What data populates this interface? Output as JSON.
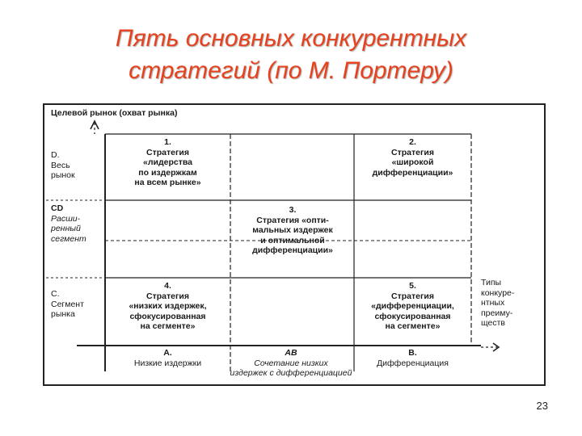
{
  "slide": {
    "title_line1": "Пять основных конкурентных",
    "title_line2": "стратегий (по М. Портеру)",
    "page_number": "23"
  },
  "diagram": {
    "y_axis_title": "Целевой рынок (охват рынка)",
    "x_axis_title": [
      "Типы",
      "конкуре-",
      "нтных",
      "преиму-",
      "ществ"
    ],
    "rows": [
      {
        "lines": [
          "D.",
          "Весь",
          "рынок"
        ],
        "italic": false
      },
      {
        "lines": [
          "CD",
          "Расши-",
          "ренный",
          "сегмент"
        ],
        "italic": true
      },
      {
        "lines": [
          "C.",
          "Сегмент",
          "рынка"
        ],
        "italic": false
      }
    ],
    "columns": {
      "a": {
        "code": "A.",
        "label": "Низкие издержки"
      },
      "ab": {
        "code": "AB",
        "label1": "Сочетание низких",
        "label2": "издержек с дифференциацией"
      },
      "b": {
        "code": "B.",
        "label": "Дифференциация"
      }
    },
    "strategies": [
      {
        "lines": [
          "1.",
          "Стратегия",
          "«лидерства",
          "по издержкам",
          "на всем рынке»"
        ]
      },
      {
        "lines": [
          "2.",
          "Стратегия",
          "«широкой",
          "дифференциации»"
        ]
      },
      {
        "lines": [
          "3.",
          "Стратегия «опти-",
          "мальных издержек",
          "и оптимальной",
          "дифференциации»"
        ]
      },
      {
        "lines": [
          "4.",
          "Стратегия",
          "«низких издержек,",
          "сфокусированная",
          "на сегменте»"
        ]
      },
      {
        "lines": [
          "5.",
          "Стратегия",
          "«дифференциации,",
          "сфокусированная",
          "на сегменте»"
        ]
      }
    ]
  }
}
